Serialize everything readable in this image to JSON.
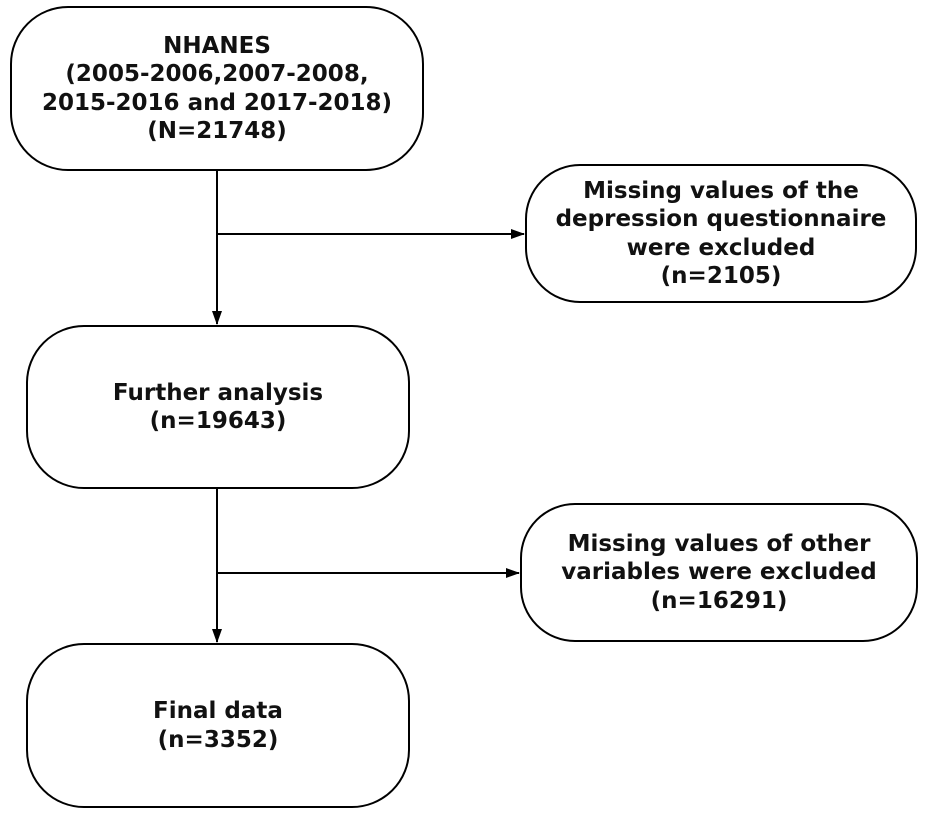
{
  "diagram": {
    "nodes": {
      "source": {
        "lines": [
          "NHANES",
          "(2005-2006,2007-2008,",
          "2015-2016 and 2017-2018)",
          "(N=21748)"
        ]
      },
      "exclusion_1": {
        "lines": [
          "Missing values of the",
          "depression questionnaire",
          "were excluded",
          "(n=2105)"
        ]
      },
      "analysis": {
        "lines": [
          "Further analysis",
          "(n=19643)"
        ]
      },
      "exclusion_2": {
        "lines": [
          "Missing values of other",
          "variables were excluded",
          "(n=16291)"
        ]
      },
      "final": {
        "lines": [
          "Final data",
          "(n=3352)"
        ]
      }
    },
    "edges": [
      {
        "from": "source",
        "to": "analysis"
      },
      {
        "from": "source",
        "to": "exclusion_1",
        "type": "branch"
      },
      {
        "from": "analysis",
        "to": "final"
      },
      {
        "from": "analysis",
        "to": "exclusion_2",
        "type": "branch"
      }
    ],
    "colors": {
      "stroke": "#000000",
      "node_fill": "#ffffff",
      "text": "#111111"
    }
  }
}
